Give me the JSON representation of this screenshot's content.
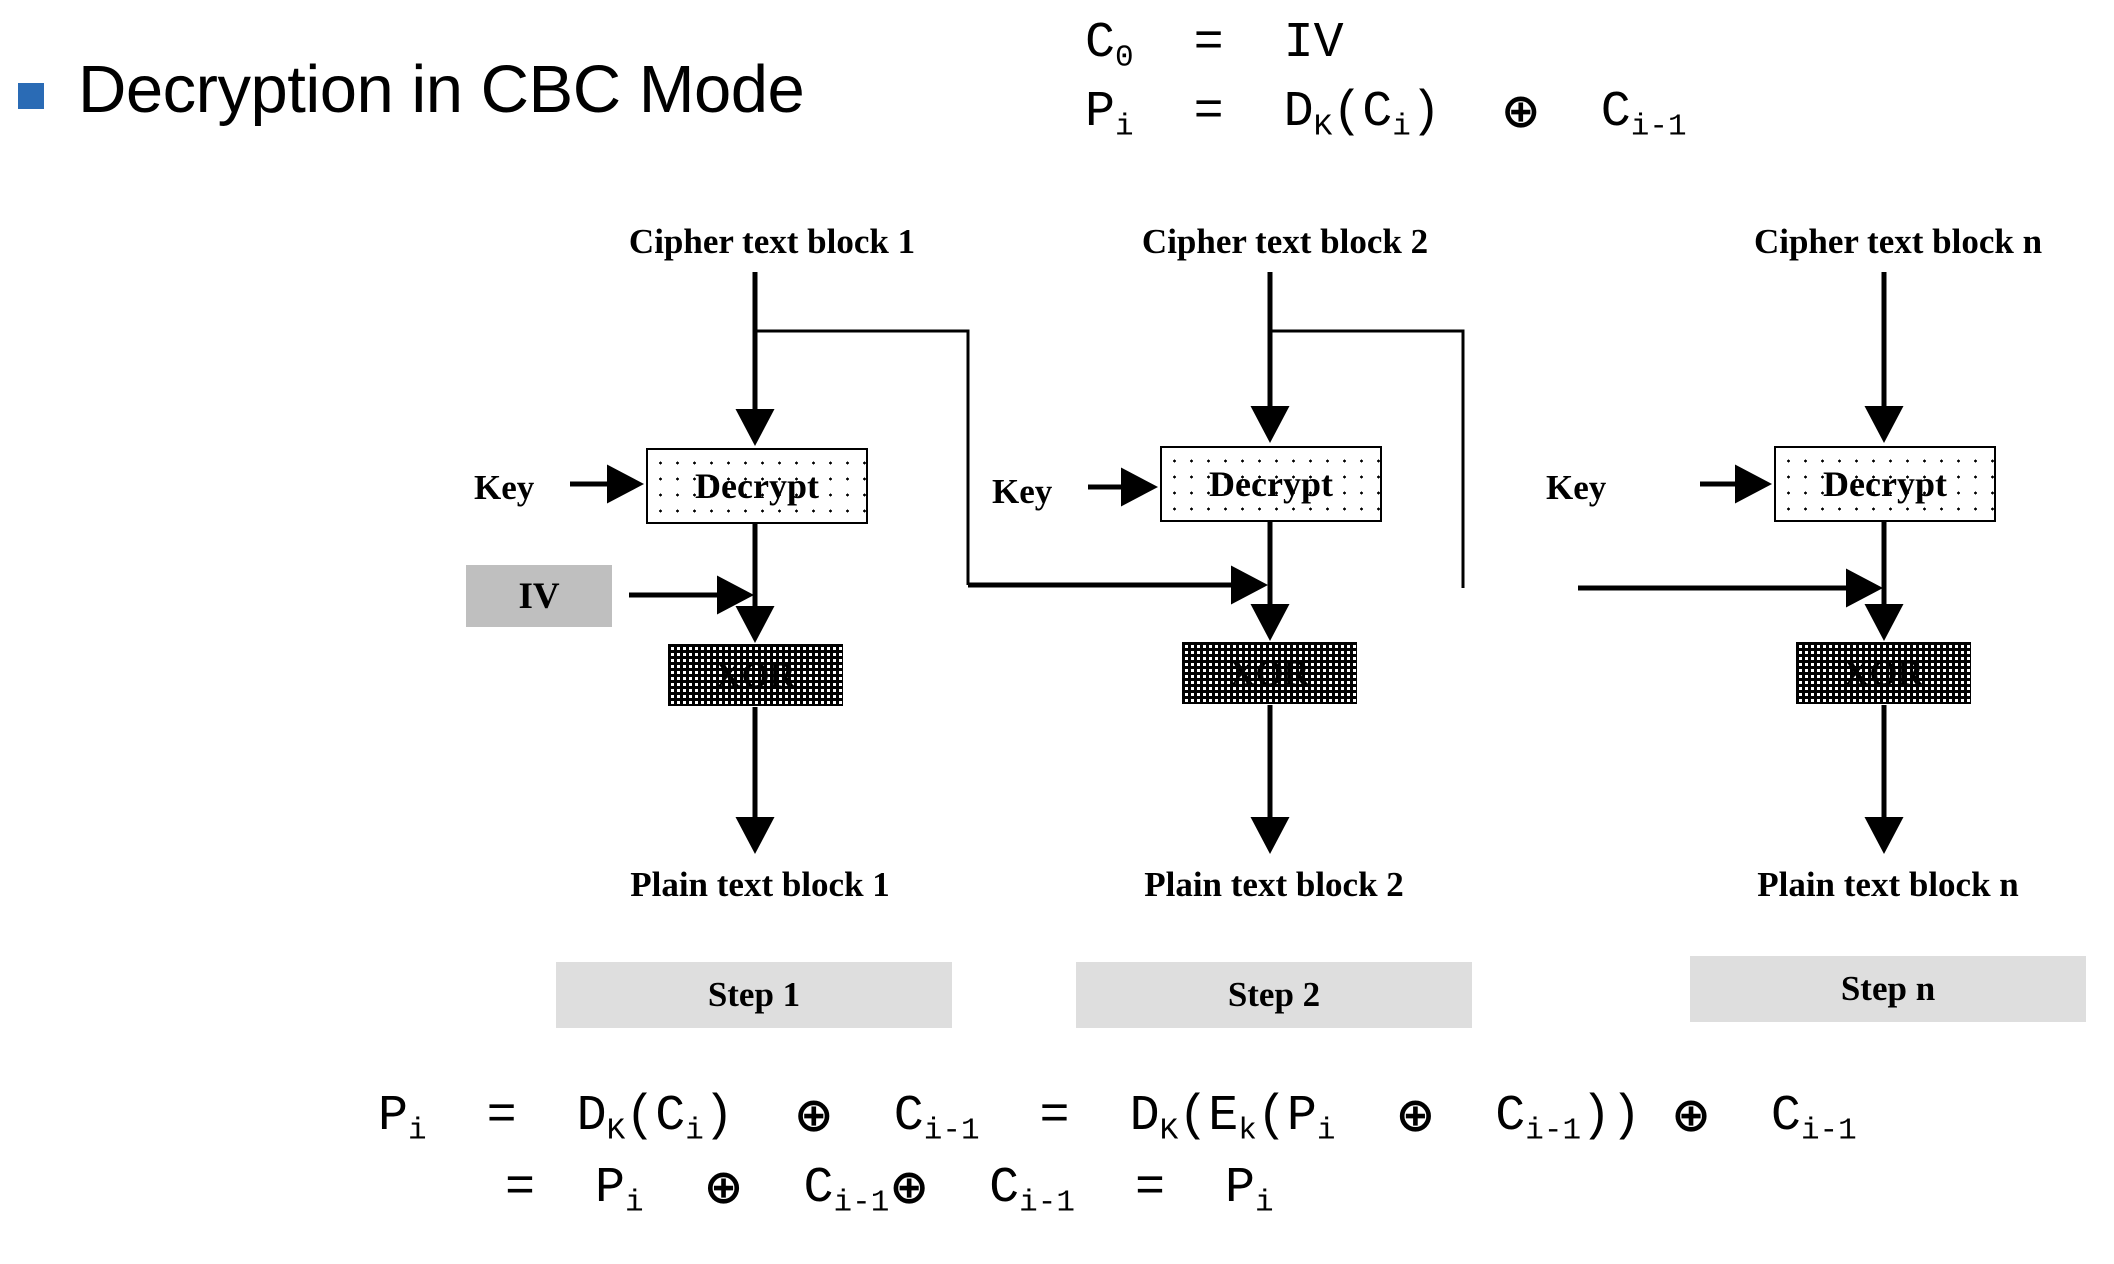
{
  "title": {
    "bullet_color": "#2a6bb5",
    "text": "Decryption in CBC Mode"
  },
  "formulas": {
    "top_line_1": "C₀ = IV",
    "top_line_2": "Pᵢ = Dₖ(Cᵢ) ⊕ Cᵢ₋₁",
    "bottom_line_1": "Pᵢ = Dₖ(Cᵢ) ⊕ Cᵢ₋₁ = Dₖ(Eₖ(Pᵢ ⊕ Cᵢ₋₁)) ⊕ Cᵢ₋₁",
    "bottom_line_2": "= Pᵢ ⊕ Cᵢ₋₁ ⊕ Cᵢ₋₁ = Pᵢ"
  },
  "colors": {
    "iv_fill": "#bfbfbf",
    "step_fill": "#dedede",
    "stroke": "#000000",
    "bullet": "#2a6bb5"
  },
  "diagram": {
    "columns": [
      {
        "id": "step-1",
        "cipher_label": "Cipher text block 1",
        "key_label": "Key",
        "decrypt_label": "Decrypt",
        "xor_label": "XOR",
        "plain_label": "Plain text block 1",
        "step_label": "Step 1",
        "iv_label": "IV",
        "has_iv": true
      },
      {
        "id": "step-2",
        "cipher_label": "Cipher text block 2",
        "key_label": "Key",
        "decrypt_label": "Decrypt",
        "xor_label": "XOR",
        "plain_label": "Plain text block 2",
        "step_label": "Step 2",
        "has_iv": false
      },
      {
        "id": "step-n",
        "cipher_label": "Cipher text block n",
        "key_label": "Key",
        "decrypt_label": "Decrypt",
        "xor_label": "XOR",
        "plain_label": "Plain text block n",
        "step_label": "Step n",
        "has_iv": false
      }
    ]
  }
}
